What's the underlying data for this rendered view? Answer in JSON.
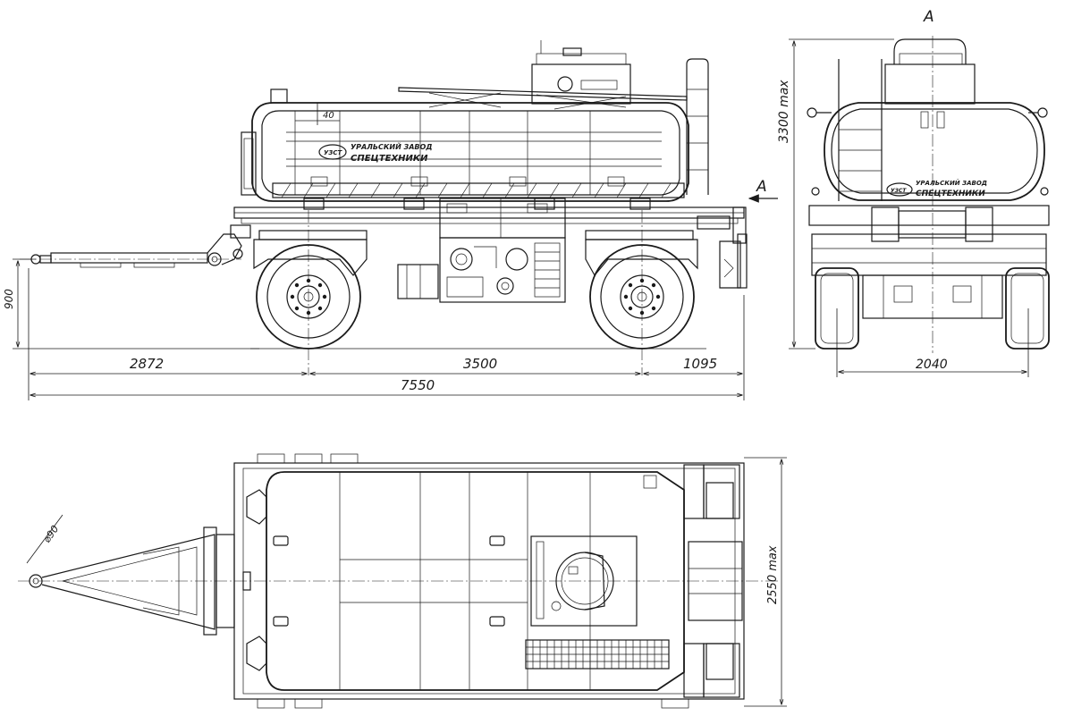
{
  "labels": {
    "section_mark_top": "A",
    "section_mark_side": "A",
    "logo_line1": "УРАЛЬСКИЙ ЗАВОД",
    "logo_line2": "СПЕЦТЕХНИКИ",
    "logo_badge": "УЗСТ",
    "logo_badge_rear": "УЗСТ",
    "logo_rear_line1": "УРАЛЬСКИЙ ЗАВОД",
    "logo_rear_line2": "СПЕЦТЕХНИКИ"
  },
  "dimensions": {
    "drawbar_length": "2872",
    "wheelbase": "3500",
    "rear_overhang": "1095",
    "overall_length": "7550",
    "hitch_height": "900",
    "ladder_offset": "40",
    "max_height": "3300 max",
    "track_width": "2040",
    "max_width": "2550 max",
    "eye_diameter": "⌀90"
  }
}
